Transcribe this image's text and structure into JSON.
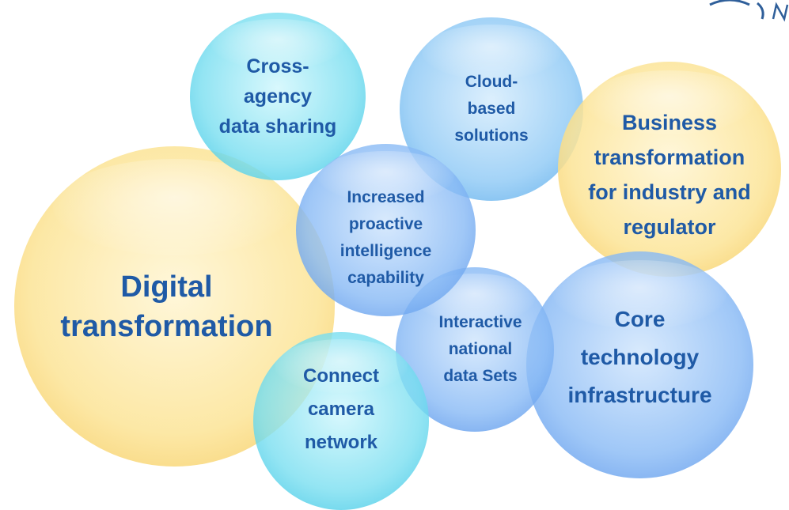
{
  "bubbles": {
    "digital": "Digital\ntransformation",
    "cross_agency": "Cross-\nagency\ndata sharing",
    "cloud": "Cloud-\nbased\nsolutions",
    "business": "Business\ntransformation\nfor industry and\nregulator",
    "increased": "Increased\nproactive\nintelligence\ncapability",
    "interactive": "Interactive\nnational\ndata Sets",
    "core": "Core\ntechnology\ninfrastructure",
    "camera": "Connect\ncamera\nnetwork"
  },
  "colors": {
    "text": "#1f5aa6",
    "yellow": "#fbe39a",
    "cyan": "#7adff0",
    "blue": "#8bb9f2"
  },
  "icons": [
    "corner-logo-icon"
  ]
}
